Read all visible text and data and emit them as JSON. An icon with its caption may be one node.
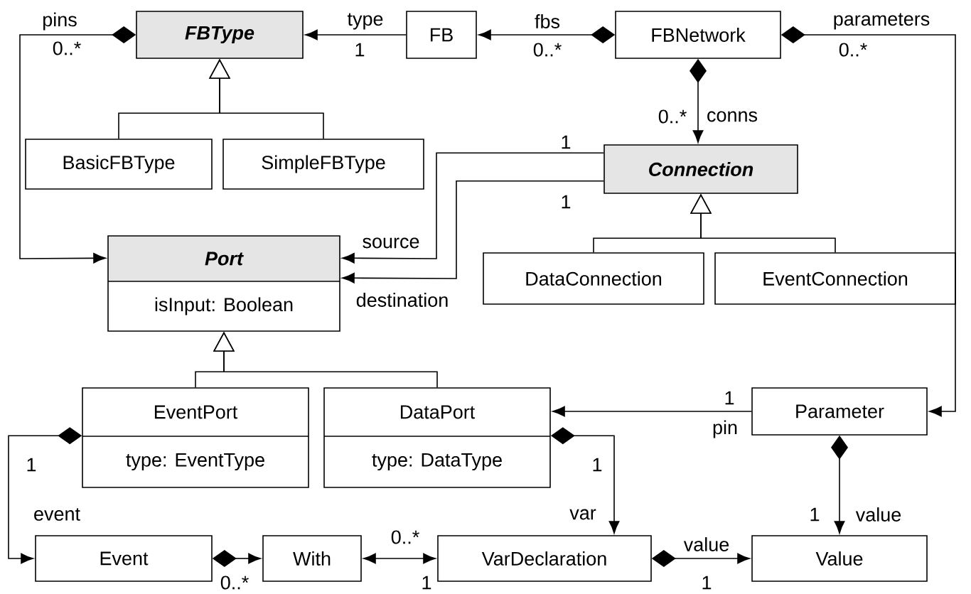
{
  "diagram": {
    "nodes": [
      {
        "text": [
          "FBType"
        ]
      },
      {
        "text": [
          "FB"
        ]
      },
      {
        "text": [
          "FBNetwork"
        ]
      },
      {
        "text": [
          "BasicFBType"
        ]
      },
      {
        "text": [
          "SimpleFBType"
        ]
      },
      {
        "text": [
          "Connection"
        ]
      },
      {
        "text": [
          "Port",
          "isInput: Boolean"
        ]
      },
      {
        "text": [
          "DataConnection"
        ]
      },
      {
        "text": [
          "EventConnection"
        ]
      },
      {
        "text": [
          "EventPort",
          "type: EventType"
        ]
      },
      {
        "text": [
          "DataPort",
          "type: DataType"
        ]
      },
      {
        "text": [
          "Parameter"
        ]
      },
      {
        "text": [
          "Event"
        ]
      },
      {
        "text": [
          "With"
        ]
      },
      {
        "text": [
          "VarDeclaration"
        ]
      },
      {
        "text": [
          "Value"
        ]
      }
    ],
    "edges": [
      {
        "from": 1,
        "to": 0,
        "arrow": "to",
        "label": "type"
      },
      {
        "from": 2,
        "to": 1,
        "arrow": "to",
        "label": "fbs"
      },
      {
        "from": 2,
        "to": 5,
        "arrow": "to",
        "label": "conns"
      },
      {
        "from": 2,
        "to": 11,
        "arrow": "to",
        "label": "parameters"
      },
      {
        "from": 0,
        "to": 6,
        "arrow": "to",
        "label": "pins"
      },
      {
        "from": 3,
        "to": 0,
        "arrow": "to"
      },
      {
        "from": 4,
        "to": 0,
        "arrow": "to"
      },
      {
        "from": 5,
        "to": 6,
        "arrow": "to",
        "label": "source"
      },
      {
        "from": 5,
        "to": 6,
        "arrow": "to",
        "label": "destination"
      },
      {
        "from": 7,
        "to": 5,
        "arrow": "to"
      },
      {
        "from": 8,
        "to": 5,
        "arrow": "to"
      },
      {
        "from": 9,
        "to": 6,
        "arrow": "to"
      },
      {
        "from": 10,
        "to": 6,
        "arrow": "to"
      },
      {
        "from": 11,
        "to": 10,
        "arrow": "to",
        "label": "pin"
      },
      {
        "from": 11,
        "to": 15,
        "arrow": "to",
        "label": "value"
      },
      {
        "from": 9,
        "to": 12,
        "arrow": "to",
        "label": "event"
      },
      {
        "from": 10,
        "to": 14,
        "arrow": "to",
        "label": "var"
      },
      {
        "from": 12,
        "to": 13,
        "arrow": "to"
      },
      {
        "from": 13,
        "to": 14,
        "arrow": "both"
      },
      {
        "from": 14,
        "to": 15,
        "arrow": "to",
        "label": "value"
      }
    ],
    "labels": [
      "0..*",
      "1",
      "0..*",
      "0..*",
      "0..*",
      "1",
      "1",
      "1",
      "1",
      "1",
      "1",
      "0..*",
      "0..*",
      "1",
      "1"
    ]
  }
}
